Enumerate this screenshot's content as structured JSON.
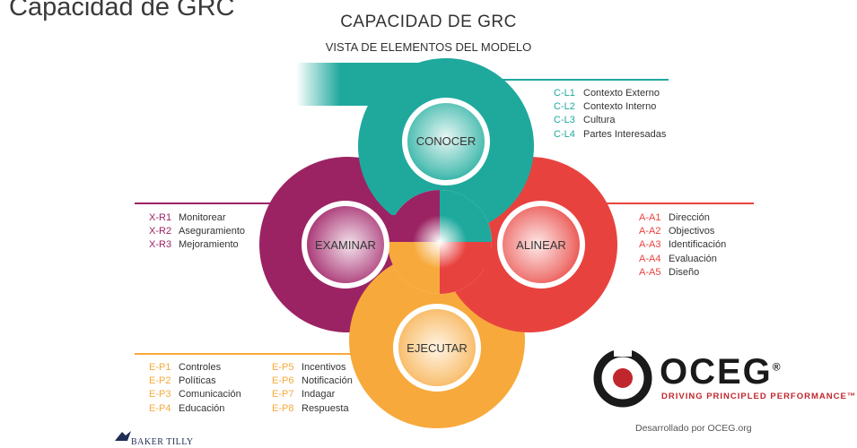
{
  "slide_title": "Capacidad de GRC",
  "diagram": {
    "title": "CAPACIDAD DE GRC",
    "subtitle": "VISTA DE ELEMENTOS DEL MODELO",
    "colors": {
      "conocer": "#1fa99d",
      "alinear": "#e8423f",
      "ejecutar": "#f7a93b",
      "examinar": "#9b2363"
    },
    "components": {
      "conocer": "CONOCER",
      "alinear": "ALINEAR",
      "ejecutar": "EJECUTAR",
      "examinar": "EXAMINAR"
    },
    "conocer_items": [
      {
        "code": "C-L1",
        "label": "Contexto Externo"
      },
      {
        "code": "C-L2",
        "label": "Contexto Interno"
      },
      {
        "code": "C-L3",
        "label": "Cultura"
      },
      {
        "code": "C-L4",
        "label": "Partes Interesadas"
      }
    ],
    "alinear_items": [
      {
        "code": "A-A1",
        "label": "Dirección"
      },
      {
        "code": "A-A2",
        "label": "Objectivos"
      },
      {
        "code": "A-A3",
        "label": "Identificación"
      },
      {
        "code": "A-A4",
        "label": "Evaluación"
      },
      {
        "code": "A-A5",
        "label": "Diseño"
      }
    ],
    "examinar_items": [
      {
        "code": "X-R1",
        "label": "Monitorear"
      },
      {
        "code": "X-R2",
        "label": "Aseguramiento"
      },
      {
        "code": "X-R3",
        "label": "Mejoramiento"
      }
    ],
    "ejecutar_items_col1": [
      {
        "code": "E-P1",
        "label": "Controles"
      },
      {
        "code": "E-P2",
        "label": "Políticas"
      },
      {
        "code": "E-P3",
        "label": "Comunicación"
      },
      {
        "code": "E-P4",
        "label": "Educación"
      }
    ],
    "ejecutar_items_col2": [
      {
        "code": "E-P5",
        "label": "Incentivos"
      },
      {
        "code": "E-P6",
        "label": "Notificación"
      },
      {
        "code": "E-P7",
        "label": "Indagar"
      },
      {
        "code": "E-P8",
        "label": "Respuesta"
      }
    ]
  },
  "logo": {
    "name": "OCEG",
    "mark": "®",
    "tagline": "DRIVING PRINCIPLED PERFORMANCE™",
    "credit": "Desarrollado por OCEG.org"
  },
  "footer": {
    "brand": "BAKER TILLY"
  }
}
